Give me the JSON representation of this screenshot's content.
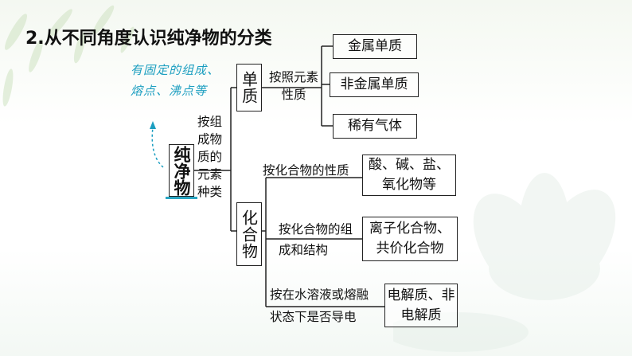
{
  "title": "2.从不同角度认识纯净物的分类",
  "annotation": "有固定的组成、熔点、沸点等",
  "root": "纯净物",
  "root_criterion": "按组成物质的元素种类",
  "simple": {
    "label": "单质",
    "criterion": "按照元素性质",
    "items": [
      "金属单质",
      "非金属单质",
      "稀有气体"
    ]
  },
  "compound": {
    "label": "化合物",
    "branches": [
      {
        "criterion": "按化合物的性质",
        "result": "酸、碱、盐、氧化物等"
      },
      {
        "criterion": "按化合物的组成和结构",
        "result": "离子化合物、共价化合物"
      },
      {
        "criterion": "按在水溶液或熔融状态下是否导电",
        "result": "电解质、非电解质"
      }
    ]
  },
  "colors": {
    "annotation": "#1b9ec0",
    "underline": "#2aa5c2",
    "line": "#222222"
  }
}
